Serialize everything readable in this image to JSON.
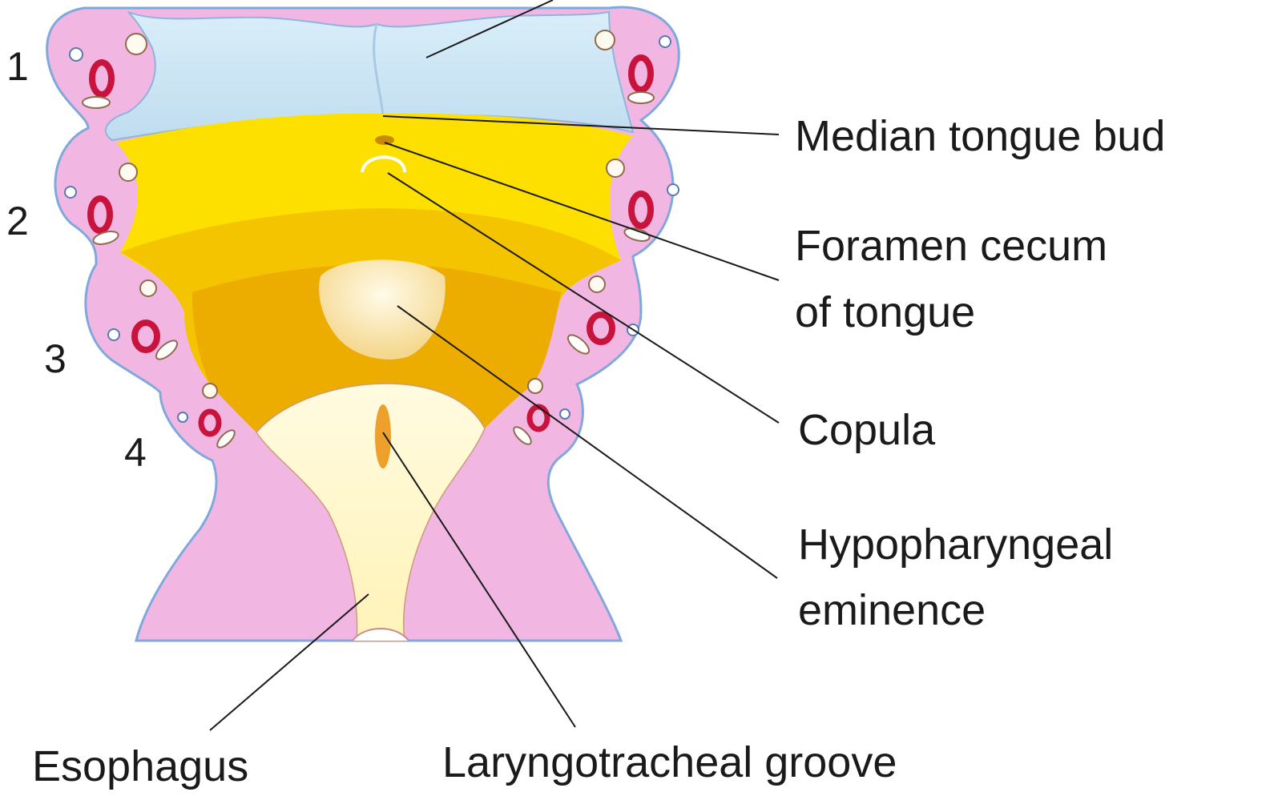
{
  "arch_numbers": [
    "1",
    "2",
    "3",
    "4"
  ],
  "labels": {
    "median_tongue_bud": "Median tongue bud",
    "foramen_cecum_line1": "Foramen cecum",
    "foramen_cecum_line2": "of tongue",
    "copula": "Copula",
    "hypopharyngeal_line1": "Hypopharyngeal",
    "hypopharyngeal_line2": "eminence",
    "esophagus": "Esophagus",
    "laryngotracheal_groove": "Laryngotracheal groove"
  },
  "colors": {
    "arch_pink": "#f2b6e2",
    "arch_outline": "#7fa8dd",
    "tongue_blue": "#cfe6f5",
    "yellow": "#fde000",
    "dark_yellow": "#f2b000",
    "pale_cream": "#fff7cc",
    "artery_red": "#c8143c"
  }
}
